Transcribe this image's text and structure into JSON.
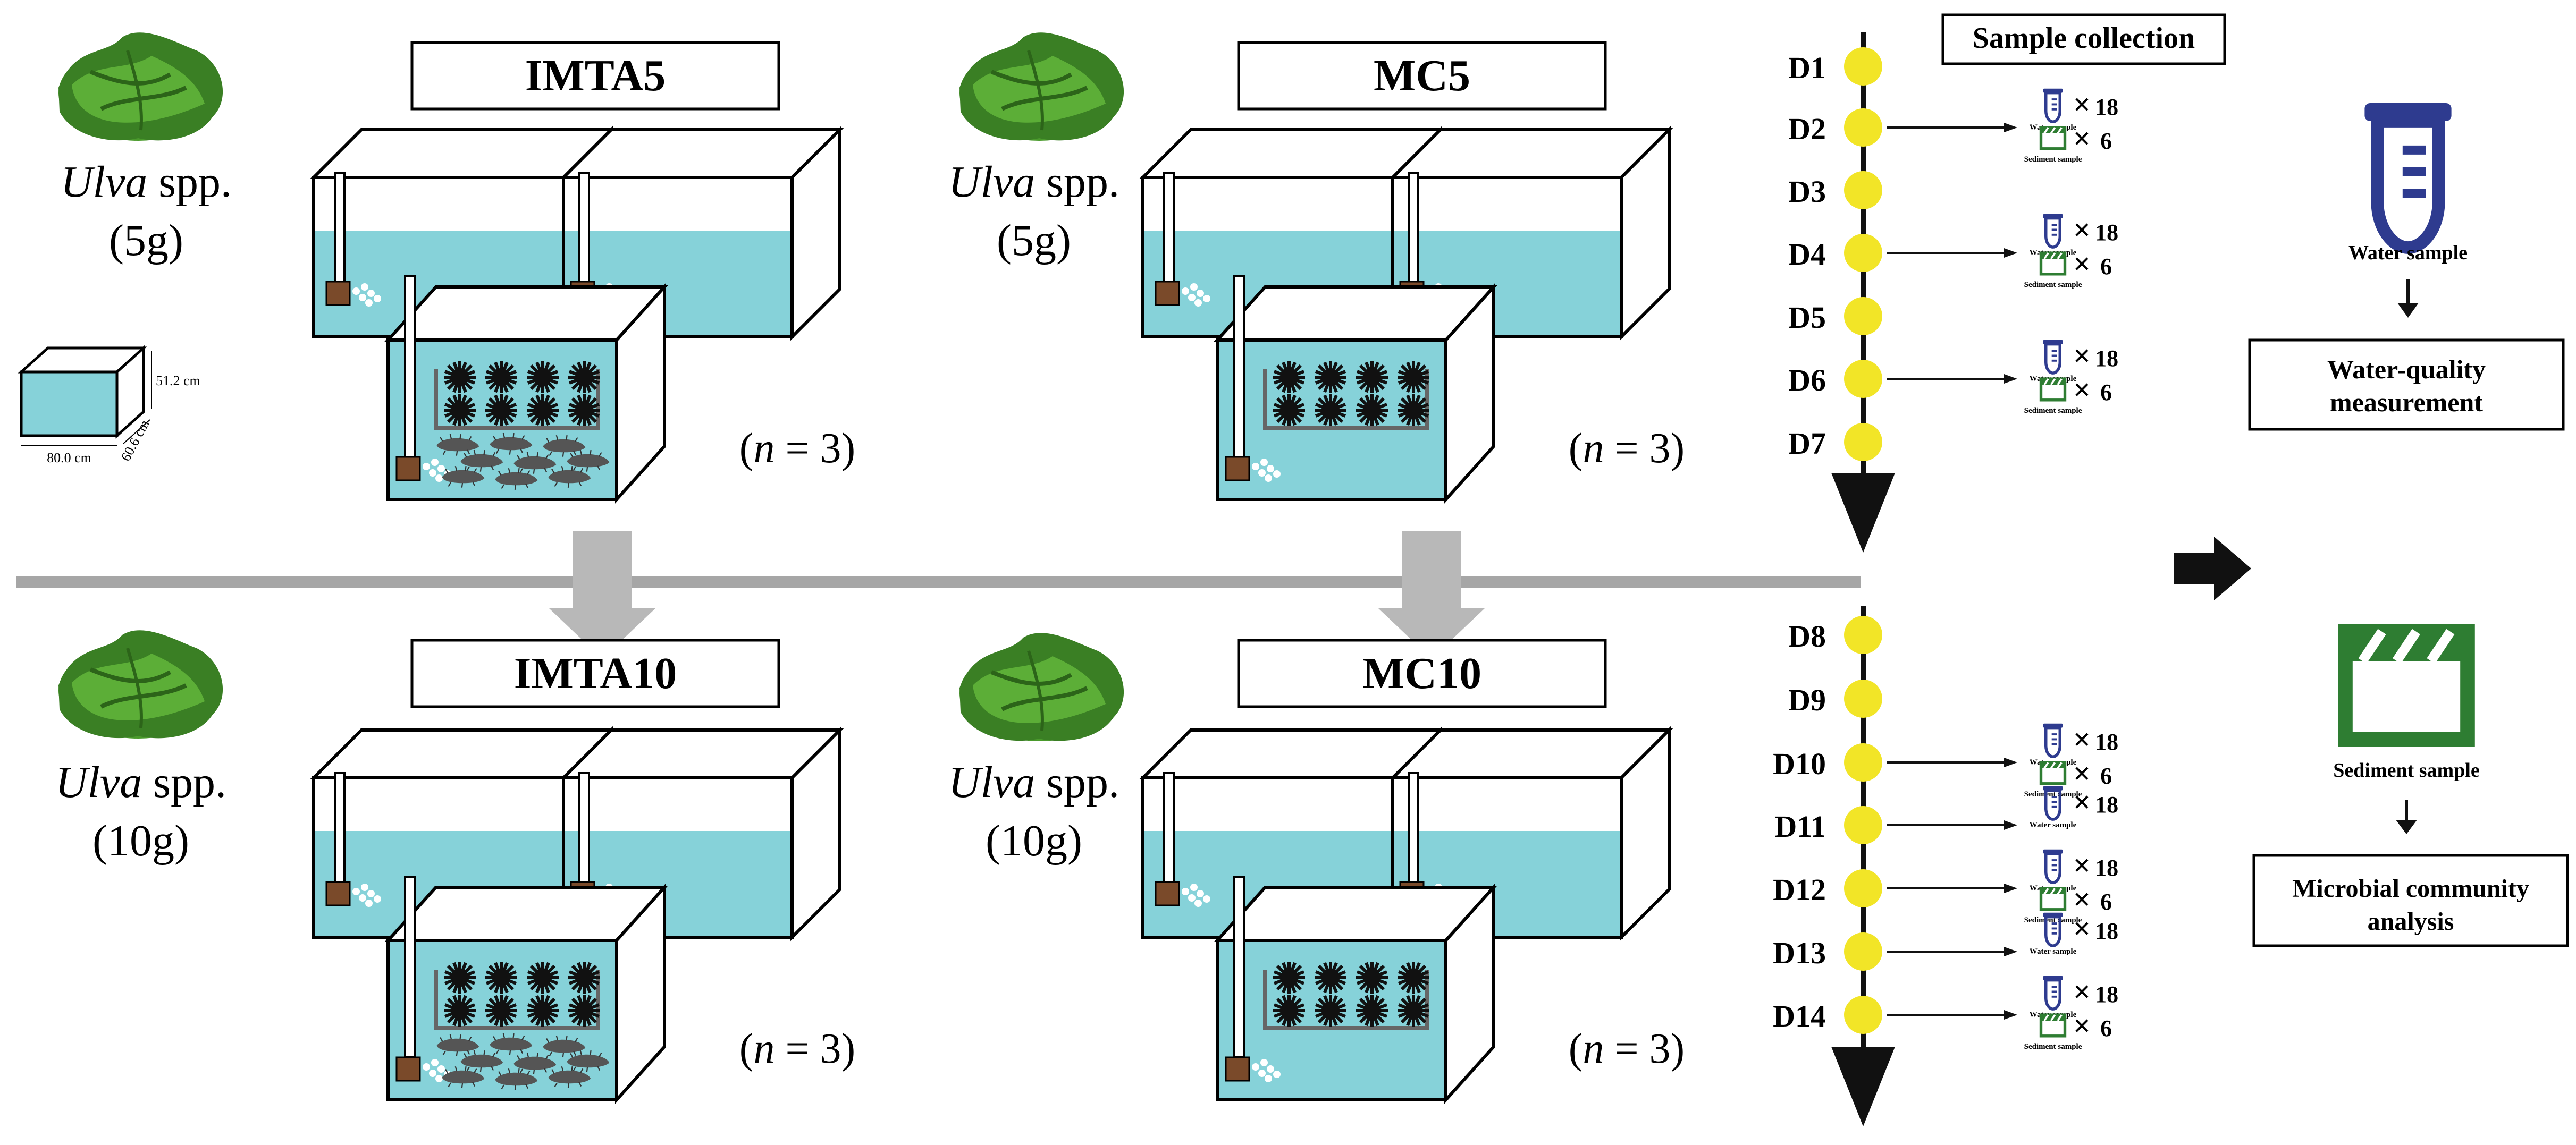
{
  "colors": {
    "water": "#86d2d9",
    "tank_line": "#000000",
    "divider": "#a6a6a6",
    "arrow_gray": "#b8b8b8",
    "day_dot": "#f2e527",
    "water_icon": "#2e3b8f",
    "sediment_icon": "#2e7d32",
    "seaweed": "#3d8a2a"
  },
  "treatments": [
    {
      "label": "IMTA5",
      "ulva_genus": "Ulva",
      "ulva_suffix": " spp.",
      "ulva_mass": "(5g)",
      "n_prefix": "(",
      "n_var": "n",
      "n_suffix": " = 3)",
      "has_sea_cucumbers": true
    },
    {
      "label": "MC5",
      "ulva_genus": "Ulva",
      "ulva_suffix": " spp.",
      "ulva_mass": "(5g)",
      "n_prefix": "(",
      "n_var": "n",
      "n_suffix": " = 3)",
      "has_sea_cucumbers": false
    },
    {
      "label": "IMTA10",
      "ulva_genus": "Ulva",
      "ulva_suffix": " spp.",
      "ulva_mass": "(10g)",
      "n_prefix": "(",
      "n_var": "n",
      "n_suffix": " = 3)",
      "has_sea_cucumbers": true
    },
    {
      "label": "MC10",
      "ulva_genus": "Ulva",
      "ulva_suffix": " spp.",
      "ulva_mass": "(10g)",
      "n_prefix": "(",
      "n_var": "n",
      "n_suffix": " = 3)",
      "has_sea_cucumbers": false
    }
  ],
  "tank_dimensions": {
    "height": "51.2 cm",
    "width": "80.0 cm",
    "depth": "60.6 cm"
  },
  "timeline": {
    "title": "Sample collection",
    "days": [
      {
        "label": "D1",
        "water": null,
        "sediment": null
      },
      {
        "label": "D2",
        "water": "18",
        "sediment": "6"
      },
      {
        "label": "D3",
        "water": null,
        "sediment": null
      },
      {
        "label": "D4",
        "water": "18",
        "sediment": "6"
      },
      {
        "label": "D5",
        "water": null,
        "sediment": null
      },
      {
        "label": "D6",
        "water": "18",
        "sediment": "6"
      },
      {
        "label": "D7",
        "water": null,
        "sediment": null
      },
      {
        "label": "D8",
        "water": null,
        "sediment": null
      },
      {
        "label": "D9",
        "water": null,
        "sediment": null
      },
      {
        "label": "D10",
        "water": "18",
        "sediment": "6"
      },
      {
        "label": "D11",
        "water": "18",
        "sediment": null
      },
      {
        "label": "D12",
        "water": "18",
        "sediment": "6"
      },
      {
        "label": "D13",
        "water": "18",
        "sediment": null
      },
      {
        "label": "D14",
        "water": "18",
        "sediment": "6"
      }
    ],
    "times": "×",
    "water_caption": "Water sample",
    "sediment_caption": "Sediment sample"
  },
  "analysis": {
    "water_title": "Water sample",
    "water_box": [
      "Water-quality",
      "measurement"
    ],
    "sediment_title": "Sediment sample",
    "sediment_box": [
      "Microbial community",
      "analysis"
    ]
  }
}
